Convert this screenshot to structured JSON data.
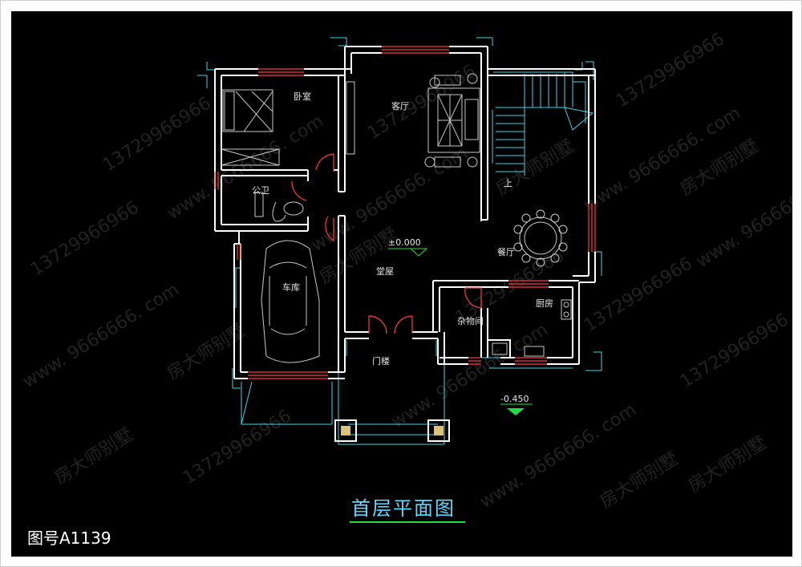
{
  "colors": {
    "background": "#000000",
    "wall": "#ffffff",
    "window": "#ff3b3b",
    "dimension": "#3fd6e6",
    "level_marker": "#22dd44",
    "title": "#5fd8ff"
  },
  "rooms": {
    "bedroom": "卧室",
    "bathroom": "公卫",
    "living_room": "客厅",
    "hall": "堂屋",
    "garage": "车库",
    "dining": "餐厅",
    "storage": "杂物间",
    "kitchen": "厨房",
    "porch": "门楼"
  },
  "levels": {
    "floor": "±0.000",
    "outside": "-0.450"
  },
  "stair_label": "上",
  "drawing_title": "首层平面图",
  "drawing_number": "图号A1139",
  "watermark": {
    "brand": "房大师别墅",
    "site": "www. 9666666. com",
    "phone": "13729966966"
  }
}
